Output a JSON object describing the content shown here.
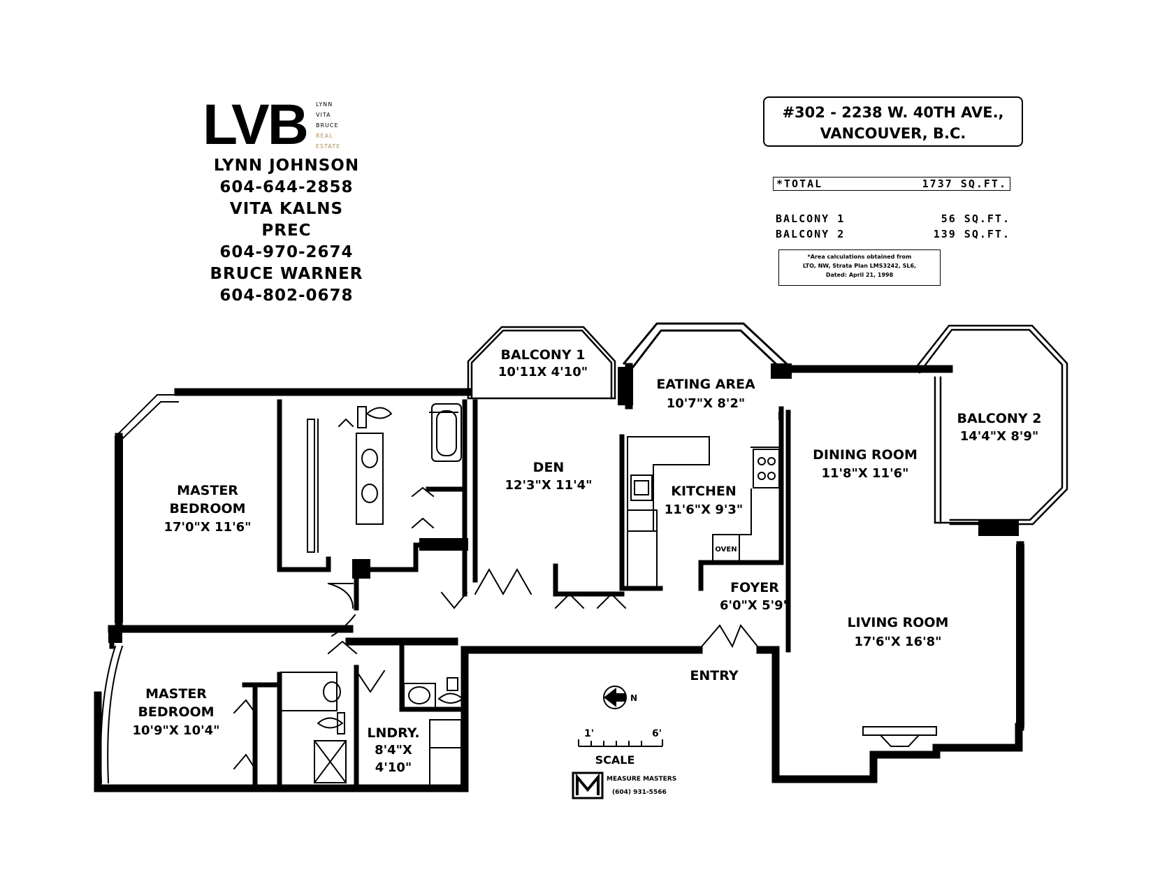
{
  "logo": {
    "mark": "LVB",
    "words": [
      "LYNN",
      "VITA",
      "BRUCE",
      "REAL",
      "ESTATE"
    ]
  },
  "agents": [
    "LYNN JOHNSON",
    "604-644-2858",
    "VITA KALNS",
    "PREC",
    "604-970-2674",
    "BRUCE WARNER",
    "604-802-0678"
  ],
  "address": {
    "line1": "#302 - 2238 W. 40TH AVE.,",
    "line2": "VANCOUVER, B.C."
  },
  "areas": {
    "total_label": "*TOTAL",
    "total_value": "1737 SQ.FT.",
    "balcony1_label": "BALCONY 1",
    "balcony1_value": "56 SQ.FT.",
    "balcony2_label": "BALCONY 2",
    "balcony2_value": "139 SQ.FT.",
    "note_lines": [
      "*Area calculations obtained from",
      "LTO, NW, Strata Plan LMS3242, SL6,",
      "Dated: April 21, 1998"
    ]
  },
  "rooms": {
    "balcony1": {
      "name": "BALCONY 1",
      "dims": "10'11X 4'10\""
    },
    "eating": {
      "name": "EATING AREA",
      "dims": "10'7\"X 8'2\""
    },
    "balcony2": {
      "name": "BALCONY 2",
      "dims": "14'4\"X 8'9\""
    },
    "den": {
      "name": "DEN",
      "dims": "12'3\"X 11'4\""
    },
    "dining": {
      "name": "DINING ROOM",
      "dims": "11'8\"X 11'6\""
    },
    "kitchen": {
      "name": "KITCHEN",
      "dims": "11'6\"X 9'3\""
    },
    "master1": {
      "name1": "MASTER",
      "name2": "BEDROOM",
      "dims": "17'0\"X 11'6\""
    },
    "foyer": {
      "name": "FOYER",
      "dims": "6'0\"X 5'9\""
    },
    "living": {
      "name": "LIVING ROOM",
      "dims": "17'6\"X 16'8\""
    },
    "master2": {
      "name1": "MASTER",
      "name2": "BEDROOM",
      "dims": "10'9\"X 10'4\""
    },
    "laundry": {
      "name": "LNDRY.",
      "dims1": "8'4\"X",
      "dims2": "4'10\""
    },
    "entry": {
      "name": "ENTRY"
    },
    "oven": {
      "label": "OVEN"
    }
  },
  "compass": {
    "label": "N"
  },
  "scale": {
    "start": "1'",
    "end": "6'",
    "label": "SCALE"
  },
  "measure": {
    "name": "MEASURE MASTERS",
    "phone": "(604) 931-5566"
  }
}
